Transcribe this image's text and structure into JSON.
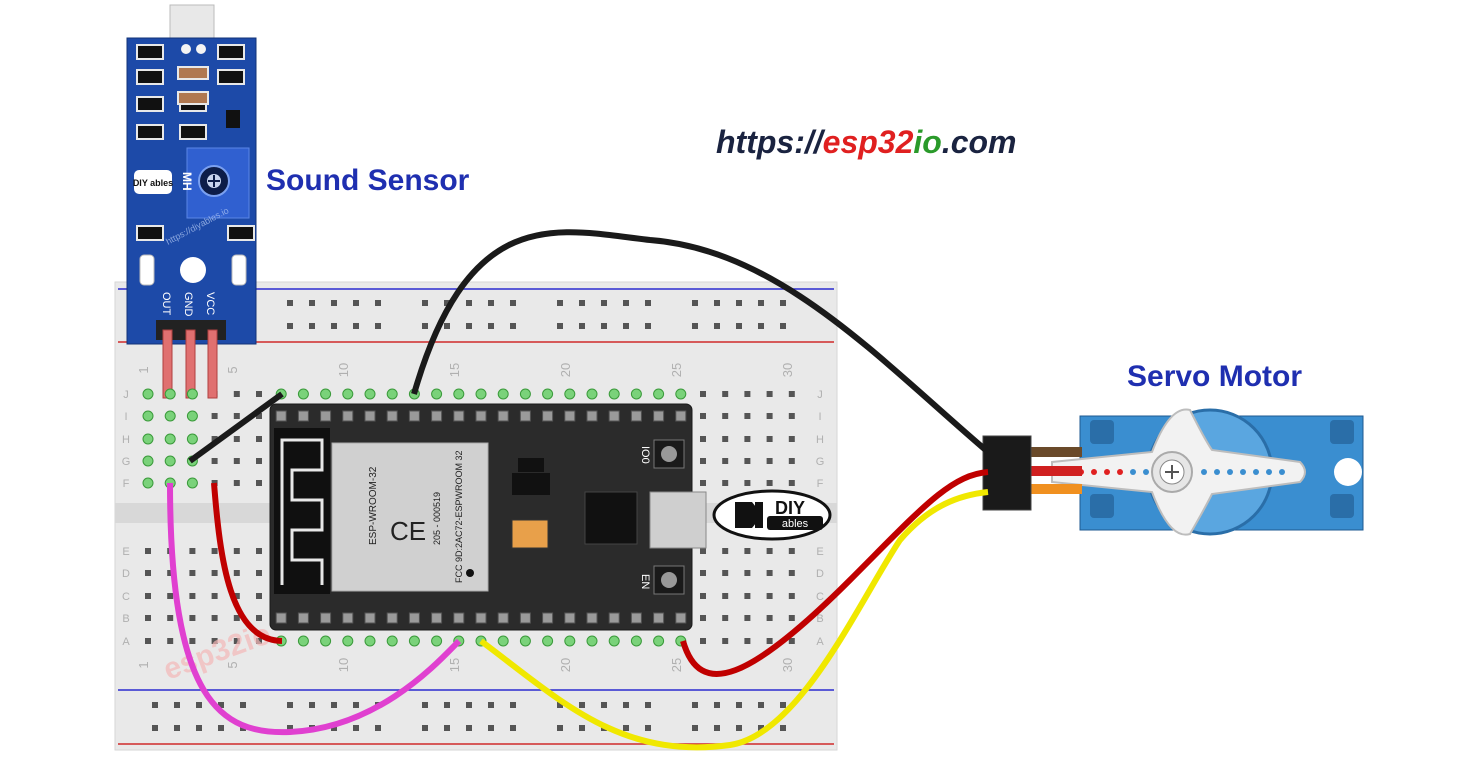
{
  "url": {
    "prefix": "https://",
    "brand_a": "esp32",
    "brand_b": "io",
    "suffix": ".com"
  },
  "labels": {
    "sound_sensor": "Sound Sensor",
    "servo_motor": "Servo Motor"
  },
  "breadboard": {
    "column_numbers": [
      "1",
      "5",
      "10",
      "15",
      "20",
      "25",
      "30"
    ],
    "rows_top": [
      "J",
      "I",
      "H",
      "G",
      "F"
    ],
    "rows_bottom": [
      "E",
      "D",
      "C",
      "B",
      "A"
    ],
    "watermark": "esp32io"
  },
  "sensor": {
    "pins": [
      "OUT",
      "GND",
      "VCC"
    ],
    "badge": "MH",
    "logo": "DIY ables",
    "watermark": "https://diyables.io"
  },
  "esp32": {
    "module_name": "ESP-WROOM-32",
    "cert_line1": "205 - 000519",
    "cert_line2": "FCC 9D:2AC72-ESPWROOM 32",
    "button_io0": "IO0",
    "button_en": "EN"
  },
  "logo": {
    "line1": "DIY",
    "line2": "ables"
  },
  "colors": {
    "wire_black": "#1a1a1a",
    "wire_red": "#c00000",
    "wire_yellow": "#f0e800",
    "wire_magenta": "#e040d0",
    "sensor_pcb": "#1d4aa8",
    "servo_body": "#3a8ed0",
    "board": "#2b2b2b",
    "label_blue": "#1f2fb0"
  }
}
